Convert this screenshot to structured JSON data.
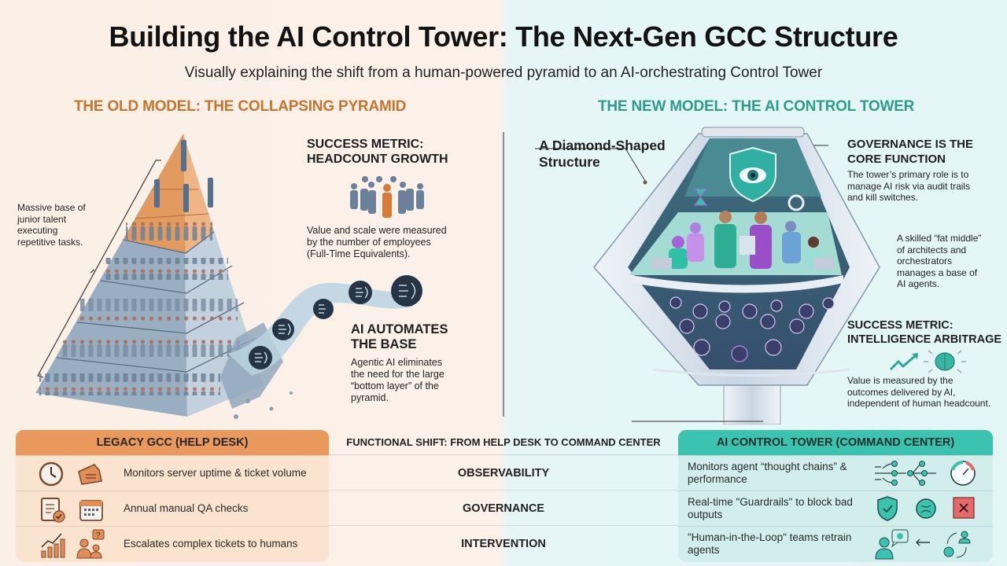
{
  "header": {
    "title": "Building the AI Control Tower: The Next-Gen GCC Structure",
    "subtitle": "Visually explaining the shift from a human-powered pyramid to an AI-orchestrating Control Tower"
  },
  "old_model": {
    "heading": "THE OLD MODEL: THE COLLAPSING PYRAMID",
    "base_annotation": "Massive base of junior talent executing repetitive tasks.",
    "base_annotation_lines": [
      "Massive base of",
      "junior talent",
      "executing",
      "repetitive tasks."
    ],
    "success_metric": {
      "title_lines": [
        "SUCCESS METRIC:",
        "HEADCOUNT GROWTH"
      ],
      "body_lines": [
        "Value and scale were measured",
        "by the number of employees",
        "(Full-Time Equivalents)."
      ],
      "icon": "crowd-people-icon"
    },
    "ai_automates": {
      "title_lines": [
        "AI AUTOMATES",
        "THE BASE"
      ],
      "body_lines": [
        "Agentic AI eliminates",
        "the need for the large",
        "“bottom layer” of the",
        "pyramid."
      ],
      "icon": "ai-chip-brain-icon"
    },
    "colors": {
      "accent": "#c6752f",
      "pyramid_top": "#e29a5e",
      "pyramid_base": "#8aa0b4"
    }
  },
  "new_model": {
    "heading": "THE NEW MODEL: THE AI CONTROL TOWER",
    "structure_label_lines": [
      "A Diamond-Shaped",
      "Structure"
    ],
    "governance": {
      "title_lines": [
        "GOVERNANCE IS THE",
        "CORE FUNCTION"
      ],
      "body_lines": [
        "The tower’s primary role is to",
        "manage AI risk via audit trails",
        "and kill switches."
      ],
      "icon": "shield-eye-icon"
    },
    "fat_middle_lines": [
      "A skilled “fat middle”",
      "of architects and",
      "orchestrators",
      "manages a base of",
      "AI agents."
    ],
    "success_metric": {
      "title_lines": [
        "SUCCESS METRIC:",
        "INTELLIGENCE ARBITRAGE"
      ],
      "body_lines": [
        "Value is measured by the",
        "outcomes delivered by AI,",
        "independent of human headcount."
      ],
      "icons": [
        "trend-up-arrow-icon",
        "brain-icon"
      ]
    },
    "colors": {
      "accent": "#2e9c8c",
      "teal": "#3cc3b0",
      "purple": "#9a4fc9"
    }
  },
  "table": {
    "legacy_header": "LEGACY GCC (HELP DESK)",
    "middle_header": "FUNCTIONAL SHIFT: FROM HELP DESK TO COMMAND CENTER",
    "tower_header": "AI CONTROL TOWER (COMMAND CENTER)",
    "rows": [
      {
        "legacy_icons": [
          "clock-icon",
          "ticket-icon"
        ],
        "legacy": "Monitors server uptime & ticket volume",
        "function": "OBSERVABILITY",
        "tower": "Monitors agent “thought chains” & performance",
        "tower_icons": [
          "flow-network-icon",
          "gauge-icon"
        ]
      },
      {
        "legacy_icons": [
          "clipboard-check-icon",
          "calendar-icon"
        ],
        "legacy": "Annual manual QA checks",
        "function": "GOVERNANCE",
        "tower": "Real-time \"Guardrails\" to block bad outputs",
        "tower_icons": [
          "shield-check-icon",
          "frown-icon",
          "x-box-icon"
        ]
      },
      {
        "legacy_icons": [
          "bar-chart-trend-icon",
          "people-question-icon"
        ],
        "legacy": "Escalates complex tickets to humans",
        "function": "INTERVENTION",
        "tower": "\"Human-in-the-Loop\" teams retrain agents",
        "tower_icons": [
          "person-brain-chat-icon",
          "arrow-left-icon",
          "retrain-cycle-icon"
        ]
      }
    ],
    "colors": {
      "legacy_header": "#e9995c",
      "legacy_body": "#fae3cf",
      "tower_header": "#3cc3b0",
      "tower_body": "#d2eeec",
      "danger": "#e46a6a"
    }
  }
}
